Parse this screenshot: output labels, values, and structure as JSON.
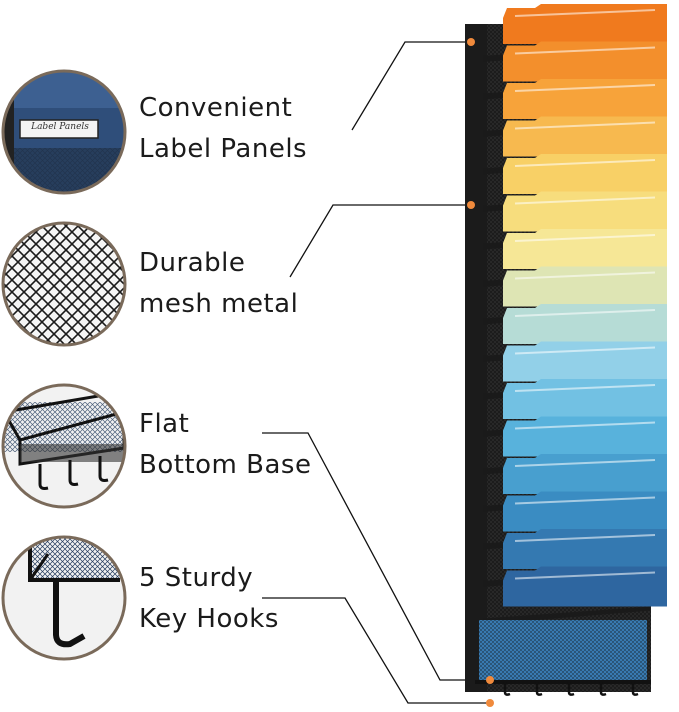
{
  "features": [
    {
      "line1": "Convenient",
      "line2": "Label Panels",
      "detail_icon": "label-panel-closeup",
      "detail_text": "Label Panels"
    },
    {
      "line1": "Durable",
      "line2": "mesh metal",
      "detail_icon": "mesh-closeup"
    },
    {
      "line1": "Flat",
      "line2": "Bottom Base",
      "detail_icon": "bottom-base-closeup"
    },
    {
      "line1": "5 Sturdy",
      "line2": "Key Hooks",
      "detail_icon": "key-hook-closeup"
    }
  ],
  "colors": {
    "accent_dot": "#f08a3c",
    "circle_border": "#7a6a5a",
    "folder_gradient": [
      "#f07a1e",
      "#f7a63c",
      "#f8d66c",
      "#f5eba0",
      "#9fd6ea",
      "#5cb7e0",
      "#3b8fc4",
      "#2e66a0"
    ]
  },
  "organizer": {
    "tiers": 16,
    "hooks": 5
  }
}
